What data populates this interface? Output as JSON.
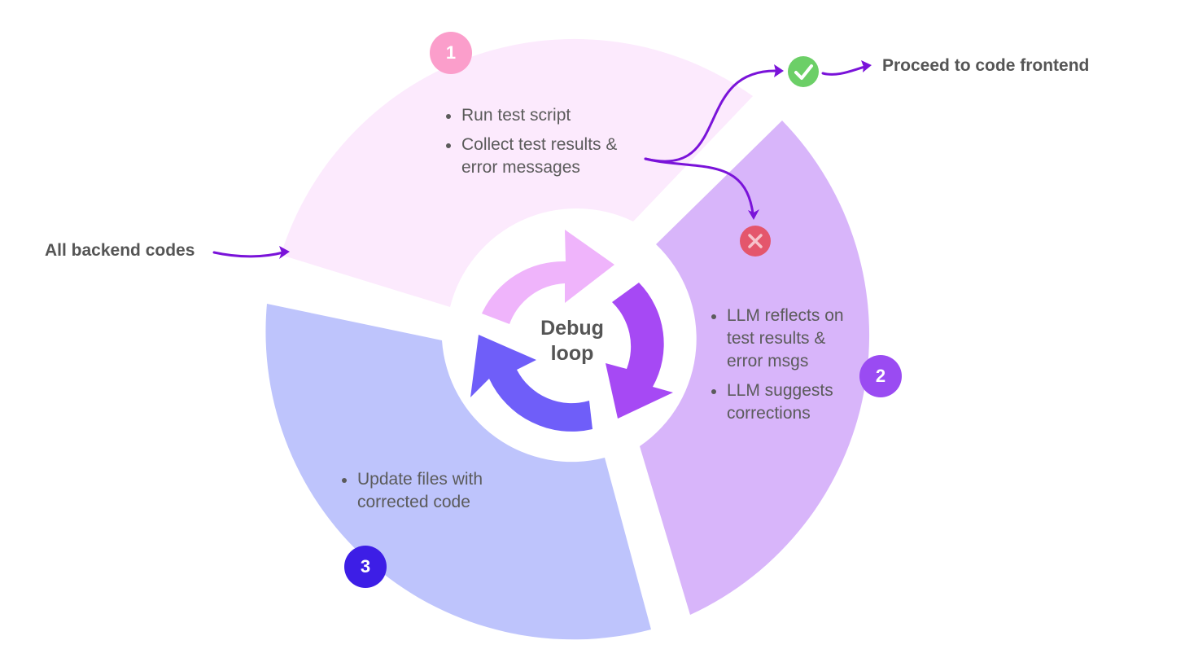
{
  "inputs": {
    "label": "All backend codes"
  },
  "output": {
    "label": "Proceed to code frontend"
  },
  "center": {
    "line1": "Debug",
    "line2": "loop"
  },
  "steps": [
    {
      "number": "1",
      "bullets": [
        "Run test script",
        "Collect test results & error messages"
      ]
    },
    {
      "number": "2",
      "bullets": [
        "LLM reflects on test results & error msgs",
        "LLM suggests corrections"
      ]
    },
    {
      "number": "3",
      "bullets": [
        "Update files with corrected code"
      ]
    }
  ],
  "colors": {
    "step1_fill": "#fceafd",
    "step2_fill": "#d8b5fa",
    "step3_fill": "#bec4fc",
    "badge1": "#fb9ecb",
    "badge2": "#9a4bf2",
    "badge3": "#3d1ee6",
    "success": "#6ccf67",
    "failure": "#e4566c",
    "arrow_line": "#7a13d9",
    "center_arrow_1": "#efb4fb",
    "center_arrow_2": "#a649f4",
    "center_arrow_3": "#6f5ef9"
  },
  "icons": {
    "success": "check-circle-icon",
    "failure": "x-circle-icon"
  }
}
